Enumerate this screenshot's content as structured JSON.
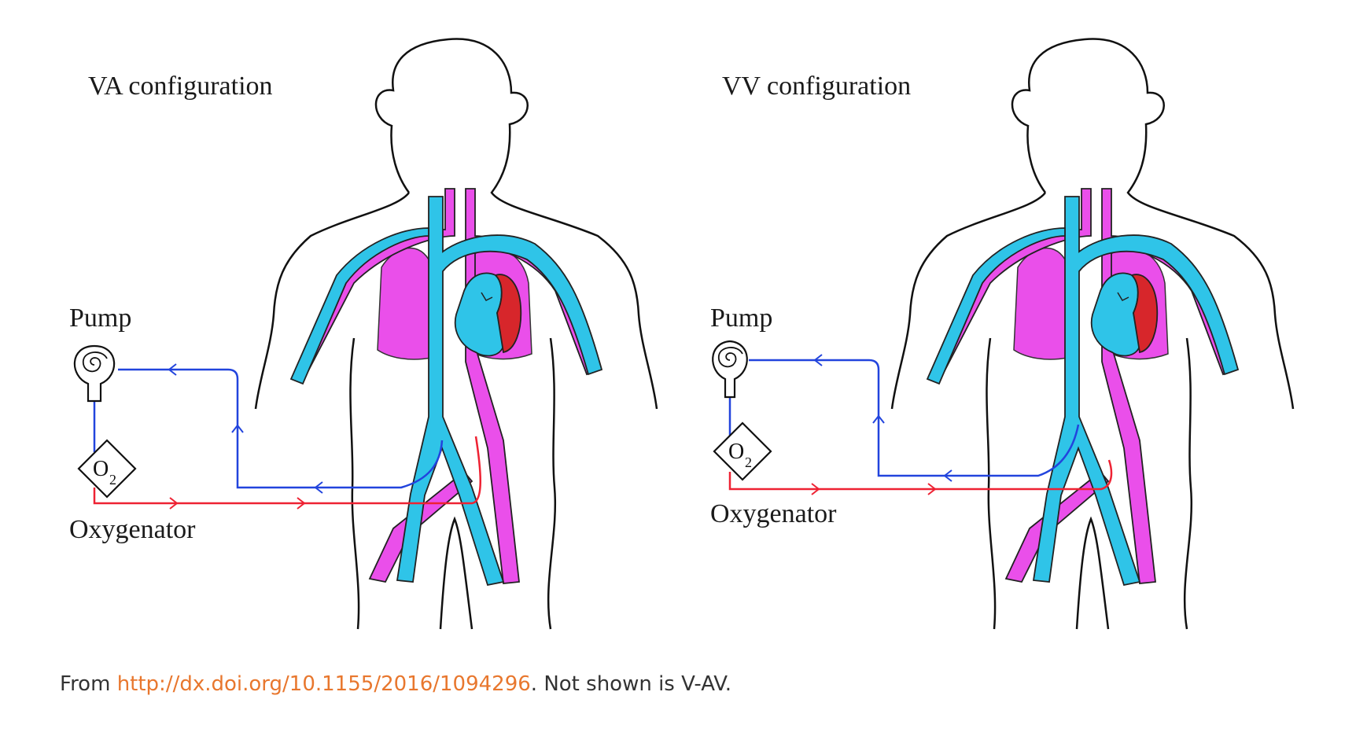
{
  "panels": [
    {
      "title": "VA configuration",
      "pump_label": "Pump",
      "oxygenator_label": "Oxygenator",
      "o2_symbol": "O",
      "o2_subscript": "2"
    },
    {
      "title": "VV configuration",
      "pump_label": "Pump",
      "oxygenator_label": "Oxygenator",
      "o2_symbol": "O",
      "o2_subscript": "2"
    }
  ],
  "caption": {
    "prefix": "From ",
    "link_text": "http://dx.doi.org/10.1155/2016/1094296",
    "suffix": ". Not shown is V-AV."
  },
  "colors": {
    "venous_blue": "#2fc4e8",
    "arterial_magenta": "#ea4fea",
    "heart_red": "#d7262b",
    "circuit_blue": "#2244dd",
    "circuit_red": "#ee2233",
    "link_orange": "#e8772e"
  },
  "icons": [
    "pump-icon",
    "oxygenator-icon",
    "flow-arrow-icon"
  ]
}
